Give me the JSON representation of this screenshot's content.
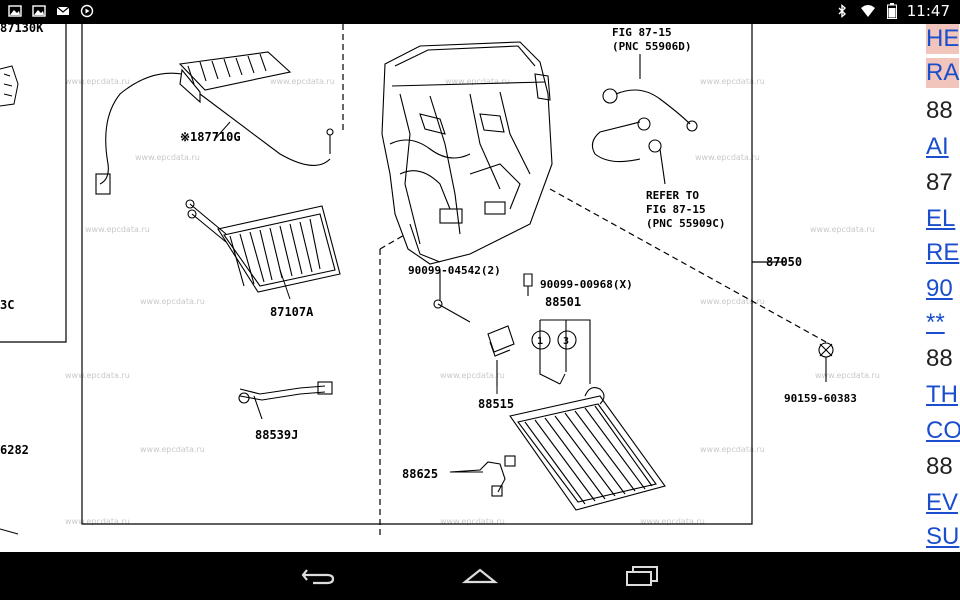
{
  "status": {
    "time": "11:47"
  },
  "diagram": {
    "watermark": "www.epcdata.ru",
    "labels": {
      "p87130k": "87130K",
      "p87710g": "※187710G",
      "p87107a": "87107A",
      "p88539j": "88539J",
      "p3c": "3C",
      "p6282": "6282",
      "fig_top_1": "FIG 87-15",
      "fig_top_2": "(PNC 55906D)",
      "refer_1": "REFER TO",
      "refer_2": "FIG 87-15",
      "refer_3": "(PNC 55909C)",
      "p87050": "87050",
      "p90099_04542": "90099-04542(2)",
      "p90099_00968": "90099-00968(X)",
      "p88501": "88501",
      "circle_1": "1",
      "circle_3": "3",
      "p88515": "88515",
      "p88625": "88625",
      "p90159_60383": "90159-60383"
    }
  },
  "side_list": [
    {
      "text": "HE",
      "kind": "hl"
    },
    {
      "text": "RA",
      "kind": "hl"
    },
    {
      "text": "88",
      "kind": "num"
    },
    {
      "text": "AI",
      "kind": "link"
    },
    {
      "text": "87",
      "kind": "num"
    },
    {
      "text": "EL",
      "kind": "link"
    },
    {
      "text": "RE",
      "kind": "link"
    },
    {
      "text": "90",
      "kind": "link"
    },
    {
      "text": "**",
      "kind": "link"
    },
    {
      "text": "88",
      "kind": "num"
    },
    {
      "text": "TH",
      "kind": "link"
    },
    {
      "text": "CO",
      "kind": "link"
    },
    {
      "text": "88",
      "kind": "num"
    },
    {
      "text": "EV",
      "kind": "link"
    },
    {
      "text": "SU",
      "kind": "link"
    }
  ]
}
